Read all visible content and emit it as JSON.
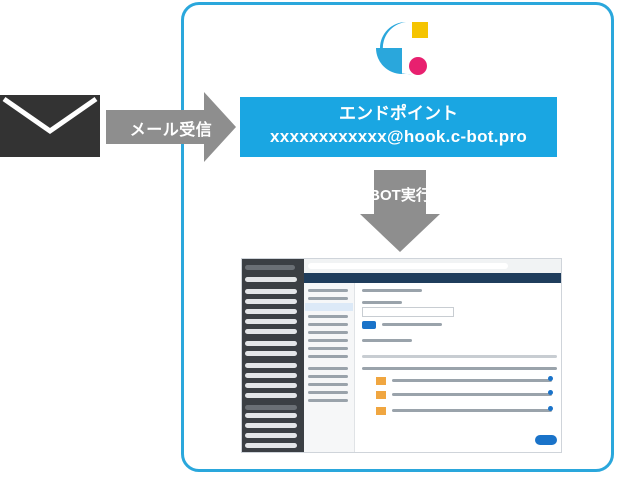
{
  "receive_label": "メール受信",
  "endpoint": {
    "title": "エンドポイント",
    "address": "xxxxxxxxxxxx@hook.c-bot.pro"
  },
  "execute_label": "BOT実行",
  "colors": {
    "frame": "#2aa7dc",
    "endpoint_bg": "#1aa6e2",
    "arrow": "#8e8e8e",
    "envelope": "#333333",
    "logo_blue": "#2aa7dc",
    "logo_yellow": "#f5c400",
    "logo_pink": "#e8206f"
  },
  "icons": [
    "envelope-icon",
    "cbot-logo-icon"
  ]
}
